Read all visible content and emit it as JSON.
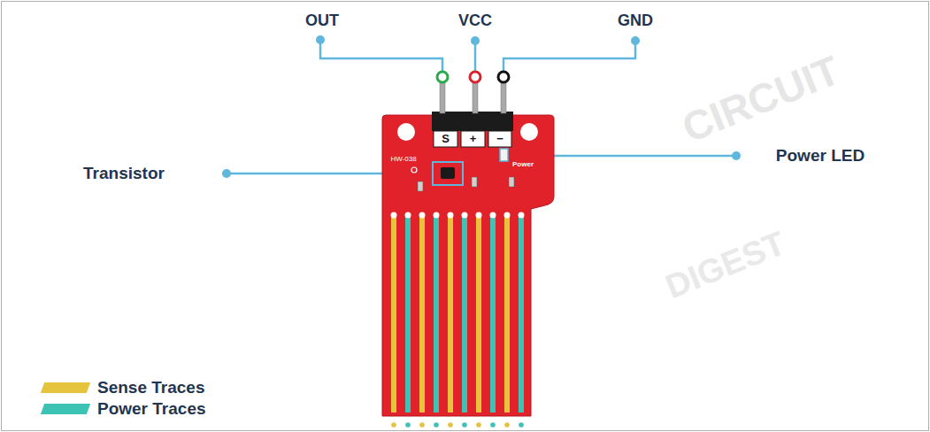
{
  "diagram": {
    "labels": [
      "OUT",
      "VCC",
      "GND",
      "Transistor",
      "Power LED",
      "S",
      "+",
      "−",
      "HW-038",
      "Power",
      "CIRCUIT",
      "DIGEST"
    ],
    "legend": [
      {
        "text": "Sense Traces",
        "color": "#e5c33c"
      },
      {
        "text": "Power Traces",
        "color": "#3cc3b4"
      }
    ]
  }
}
